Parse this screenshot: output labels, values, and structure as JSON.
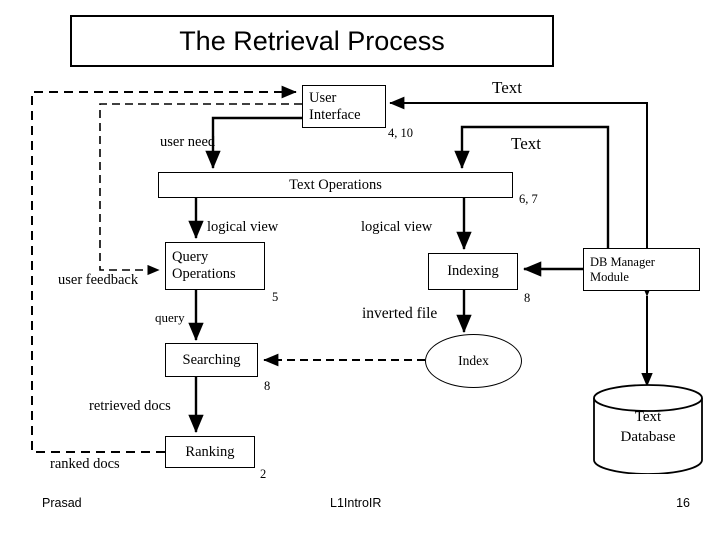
{
  "slide": {
    "title": "The Retrieval Process"
  },
  "nodes": {
    "user_interface": "User\nInterface",
    "user_interface_line1": "User",
    "user_interface_line2": "Interface",
    "text_operations": "Text  Operations",
    "query_operations_line1": "Query",
    "query_operations_line2": "Operations",
    "indexing": "Indexing",
    "searching": "Searching",
    "ranking": "Ranking",
    "index": "Index",
    "db_manager_line1": "DB Manager",
    "db_manager_line2": "Module",
    "text_database_line1": "Text",
    "text_database_line2": "Database"
  },
  "edge_labels": {
    "text_top": "Text",
    "text_right": "Text",
    "user_need": "user need",
    "user_feedback": "user feedback",
    "logical_view_left": "logical view",
    "logical_view_right": "logical view",
    "query": "query",
    "inverted_file": "inverted file",
    "retrieved_docs": "retrieved docs",
    "ranked_docs": "ranked docs"
  },
  "step_numbers": {
    "ui": "4, 10",
    "text_operations": "6, 7",
    "query_operations": "5",
    "indexing": "8",
    "searching": "8",
    "ranking": "2"
  },
  "footer": {
    "author": "Prasad",
    "course": "L1IntroIR",
    "page": "16"
  },
  "colors": {
    "stroke": "#000000",
    "background": "#ffffff"
  }
}
